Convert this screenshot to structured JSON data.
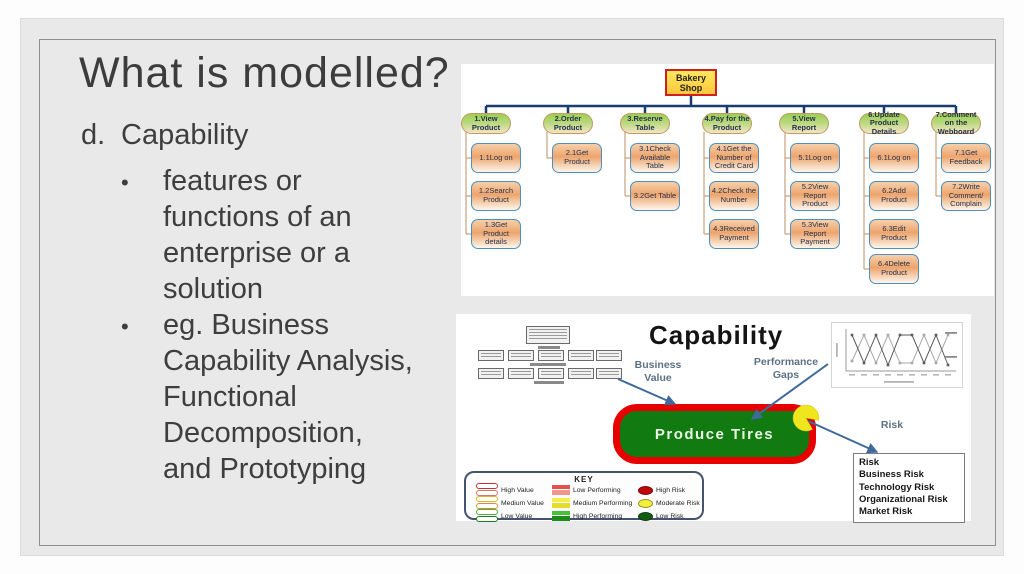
{
  "slide": {
    "title": "What is modelled?",
    "item_letter": "d.",
    "item_title": "Capability",
    "bullet_char": "•",
    "bullets": [
      {
        "lines": [
          "features or",
          "functions of an",
          "enterprise or a",
          "solution"
        ]
      },
      {
        "lines": [
          "eg. Business",
          "Capability Analysis,",
          "Functional",
          "Decomposition,",
          "and Prototyping"
        ]
      }
    ]
  },
  "bakery_diagram": {
    "root_label": "Bakery Shop",
    "branches": [
      {
        "label": "1.View Product",
        "children": [
          "1.1Log on",
          "1.2Search Product",
          "1.3Get Product details"
        ]
      },
      {
        "label": "2.Order Product",
        "children": [
          "2.1Get Product"
        ]
      },
      {
        "label": "3.Reserve Table",
        "children": [
          "3.1Check Available Table",
          "3.2Get Table"
        ]
      },
      {
        "label": "4.Pay for the Product",
        "children": [
          "4.1Get the Number of Credit Card",
          "4.2Check the Number",
          "4.3Received Payment"
        ]
      },
      {
        "label": "5.View Report",
        "children": [
          "5.1Log on",
          "5.2View Report Product",
          "5.3View Report Payment"
        ]
      },
      {
        "label": "6.Update Product Details",
        "children": [
          "6.1Log on",
          "6.2Add Product",
          "6.3Edit Product",
          "6.4Delete Product"
        ]
      },
      {
        "label": "7.Comment on the Webboard",
        "children": [
          "7.1Get Feedback",
          "7.2Write Comment/ Complain"
        ]
      }
    ]
  },
  "capability_diagram": {
    "title": "Capability",
    "business_value_label": "Business Value",
    "performance_gaps_label": "Performance Gaps",
    "risk_label": "Risk",
    "central_capability": "Produce Tires",
    "risk_box": {
      "heading": "Risk",
      "items": [
        "Business Risk",
        "Technology Risk",
        "Organizational Risk",
        "Market Risk"
      ]
    },
    "key": {
      "title": "KEY",
      "columns": [
        {
          "style": "outline",
          "items": [
            {
              "label": "High Value",
              "c1": "#c4342c",
              "c2": "#d4766a"
            },
            {
              "label": "Medium Value",
              "c1": "#e0b62e",
              "c2": "#e08a2e"
            },
            {
              "label": "Low Value",
              "c1": "#46b33c",
              "c2": "#1d7a1f"
            }
          ]
        },
        {
          "style": "fill",
          "items": [
            {
              "label": "Low Performing",
              "c1": "#e25248",
              "c2": "#f0968e"
            },
            {
              "label": "Medium Performing",
              "c1": "#f4ee46",
              "c2": "#e6dc2e"
            },
            {
              "label": "High Performing",
              "c1": "#46c32e",
              "c2": "#1d8a1d"
            }
          ]
        },
        {
          "style": "ellipse",
          "items": [
            {
              "label": "High Risk",
              "c1": "#c00808"
            },
            {
              "label": "Moderate Risk",
              "c1": "#f2ee3a"
            },
            {
              "label": "Low Risk",
              "c1": "#145c14"
            }
          ]
        }
      ]
    },
    "colors": {
      "capability_green": "#117a11",
      "risk_border_red": "#e60000",
      "pacman_yellow": "#f0e61e",
      "arrow_blue": "#3f6a9a",
      "root_fill_yellow": "#ffd94e",
      "root_border_red": "#cf1f1f"
    }
  }
}
